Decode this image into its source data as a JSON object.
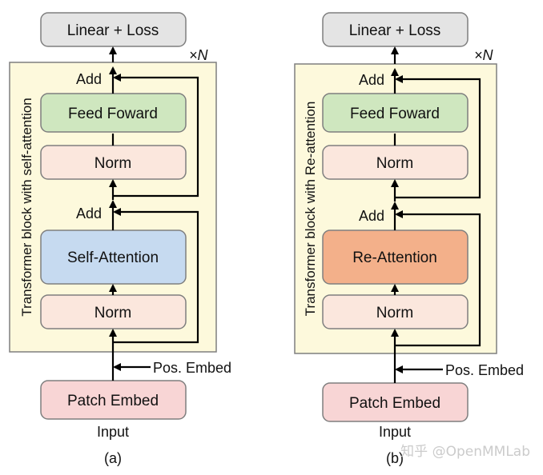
{
  "colors": {
    "block_bg": "#fdf9dc",
    "linear_loss": "#e4e4e4",
    "feed_forward": "#cfe7bf",
    "norm": "#fbe7dd",
    "self_attention": "#c6daf0",
    "re_attention": "#f3b08a",
    "patch_embed": "#f8d5d5",
    "stroke": "#7f7f7f",
    "watermark": "#c9c9c9"
  },
  "icons": {
    "watermark_logo": "zhihu-logo"
  },
  "panels": [
    {
      "linear_loss": "Linear + Loss",
      "repeat": "×N",
      "side_label": "Transformer block with self-attention",
      "add_top": "Add",
      "feed_forward": "Feed Foward",
      "norm_top": "Norm",
      "add_bottom": "Add",
      "attention": "Self-Attention",
      "norm_bottom": "Norm",
      "pos_embed": "Pos. Embed",
      "patch_embed": "Patch Embed",
      "input": "Input",
      "caption": "(a)"
    },
    {
      "linear_loss": "Linear + Loss",
      "repeat": "×N",
      "side_label": "Transformer block with Re-attention",
      "add_top": "Add",
      "feed_forward": "Feed Foward",
      "norm_top": "Norm",
      "add_bottom": "Add",
      "attention": "Re-Attention",
      "norm_bottom": "Norm",
      "pos_embed": "Pos. Embed",
      "patch_embed": "Patch Embed",
      "input": "Input",
      "caption": "(b)"
    }
  ],
  "watermark": {
    "text": "知乎 @OpenMMLab"
  }
}
